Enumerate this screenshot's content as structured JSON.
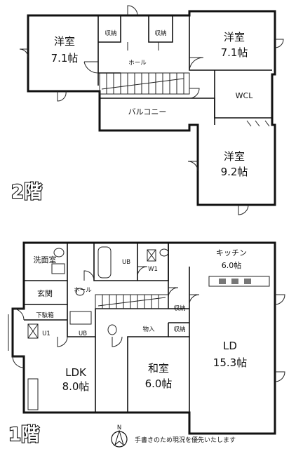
{
  "floors": {
    "second": {
      "label": "2階",
      "rooms": {
        "west_room": {
          "name": "洋室",
          "size": "7.1帖"
        },
        "east_room": {
          "name": "洋室",
          "size": "7.1帖"
        },
        "south_room": {
          "name": "洋室",
          "size": "9.2帖"
        },
        "closet_left": "収納",
        "closet_right": "収納",
        "hall": "ホール",
        "wcl": "WCL",
        "balcony": "バルコニー"
      }
    },
    "first": {
      "label": "1階",
      "rooms": {
        "washroom": "洗面室",
        "ub": "UB",
        "wc": "W1",
        "kitchen": {
          "name": "キッチン",
          "size": "6.0帖"
        },
        "entrance": "玄関",
        "hall": "ホール",
        "shoe_storage": "下駄箱",
        "storage": "収納",
        "storage_under": "物入",
        "storage_small": "収納",
        "ldk": {
          "name": "LDK",
          "size": "8.0帖"
        },
        "japanese_room": {
          "name": "和室",
          "size": "6.0帖"
        },
        "ld": {
          "name": "LD",
          "size": "15.3帖"
        },
        "u1": "U1",
        "ub_small": "UB"
      }
    }
  },
  "compass": {
    "letter": "N"
  },
  "note": "手書きのため現況を優先いたします"
}
